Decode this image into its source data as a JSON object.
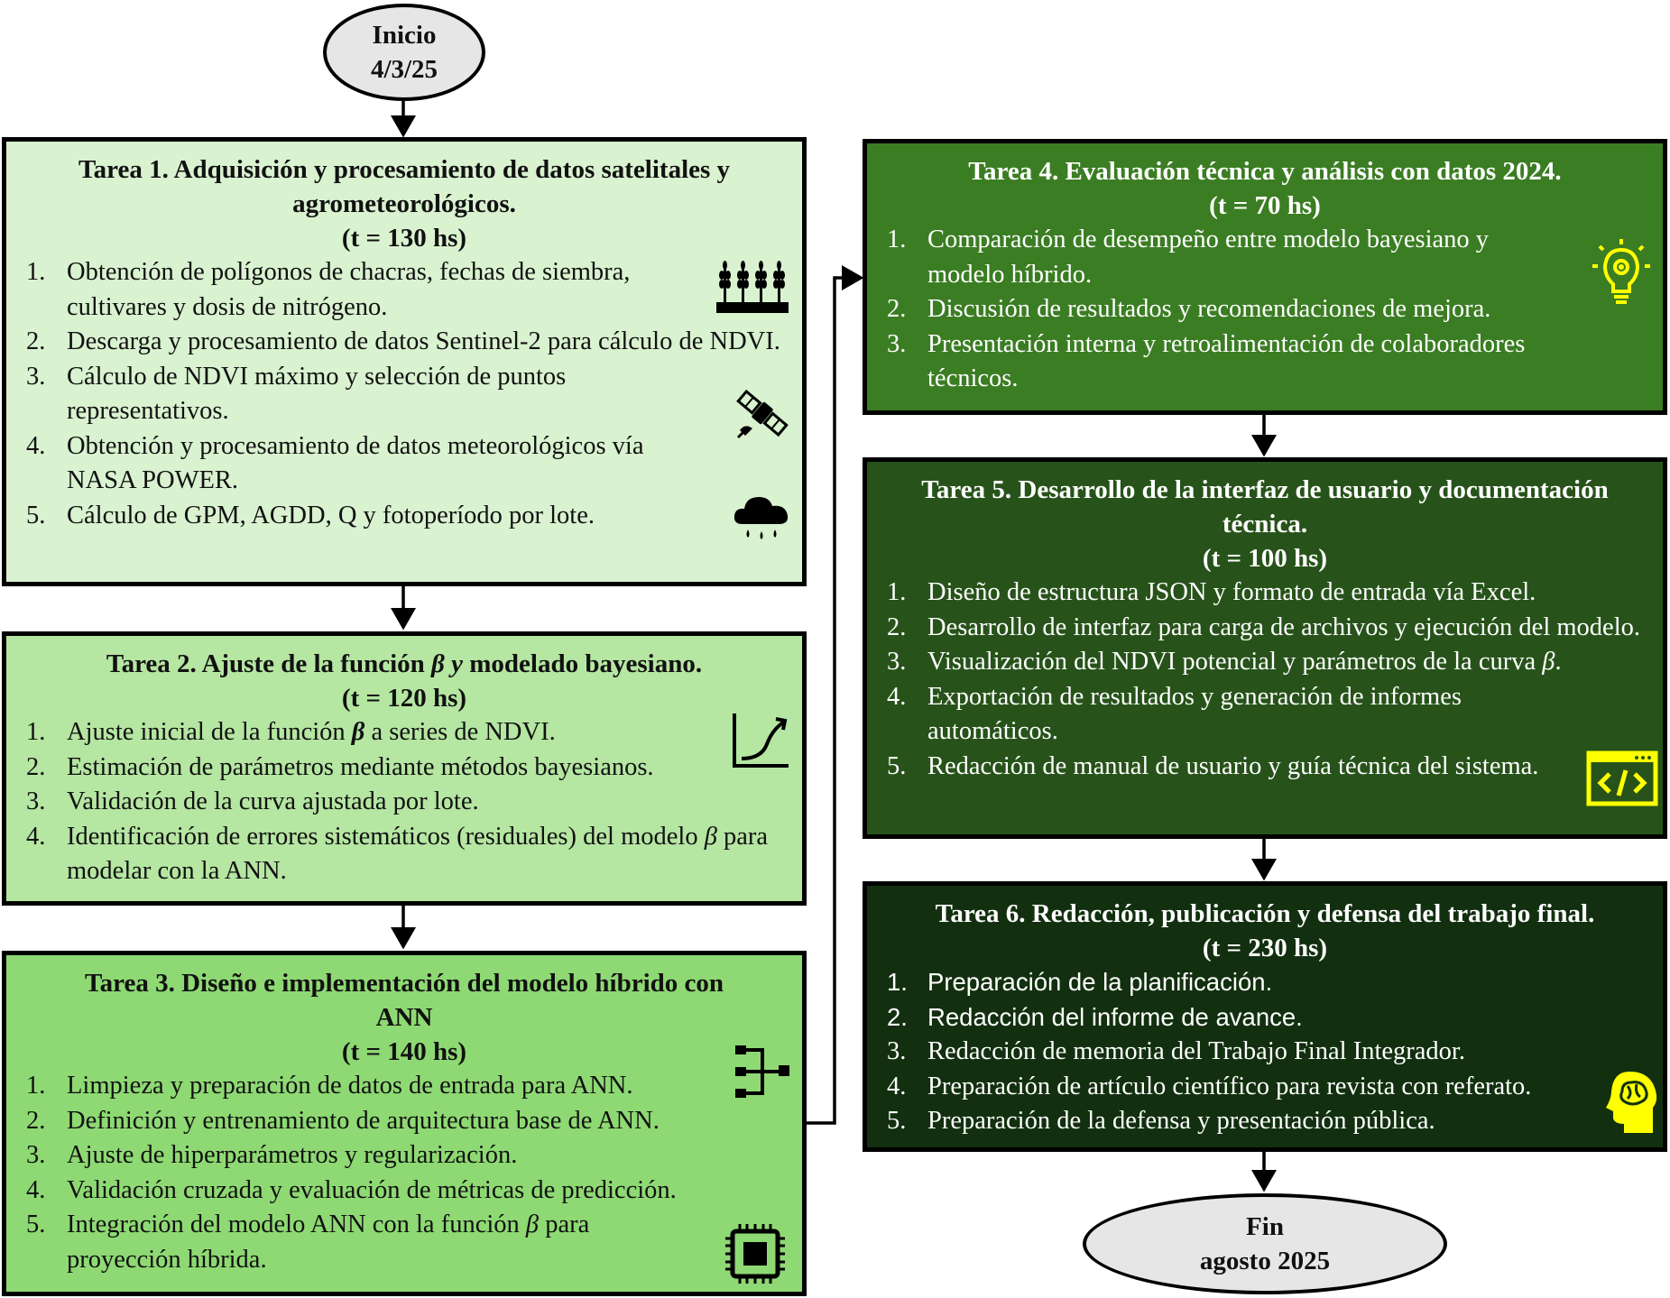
{
  "colors": {
    "task1": "#d9f2d0",
    "task2": "#b5e6a2",
    "task3": "#8ed973",
    "task4": "#3b7d23",
    "task5": "#27531a",
    "task6": "#12300f",
    "icon_dark": "#000000",
    "icon_yellow": "#ffff00",
    "start_end_fill": "#e6e6e6"
  },
  "start": {
    "line1": "Inicio",
    "line2": "4/3/25"
  },
  "end": {
    "line1": "Fin",
    "line2": "agosto 2025"
  },
  "tasks": [
    {
      "title": "Tarea 1. Adquisición y procesamiento de datos satelitales y agrometeorológicos.",
      "time": "(t = 130 hs)",
      "items": [
        "Obtención de polígonos de chacras, fechas de siembra, cultivares y dosis de nitrógeno.",
        "Descarga y procesamiento de datos Sentinel-2 para cálculo de NDVI.",
        "Cálculo de NDVI máximo y selección de puntos representativos.",
        "Obtención y procesamiento de datos meteorológicos vía NASA POWER.",
        "Cálculo de GPM, AGDD, Q y fotoperíodo por lote."
      ],
      "icons": [
        "wheat-field-icon",
        "satellite-icon",
        "rain-cloud-icon"
      ]
    },
    {
      "title_pre": "Tarea 2. Ajuste de la función ",
      "title_beta": "β y",
      "title_post": " modelado bayesiano.",
      "time": "(t = 120 hs)",
      "items": [
        {
          "pre": "Ajuste inicial de la función ",
          "beta": "β",
          "post": " a series de NDVI."
        },
        {
          "pre": "Estimación de parámetros mediante métodos bayesianos.",
          "beta": "",
          "post": ""
        },
        {
          "pre": "Validación de la curva ajustada por lote.",
          "beta": "",
          "post": ""
        },
        {
          "pre": "Identificación de errores sistemáticos (residuales) del modelo ",
          "beta": "β",
          "post": " para modelar con la ANN."
        }
      ],
      "icons": [
        "growth-curve-icon"
      ]
    },
    {
      "title": "Tarea 3. Diseño e implementación del modelo híbrido con ANN",
      "time": "(t = 140 hs)",
      "items": [
        {
          "pre": "Limpieza y preparación de datos de entrada para ANN.",
          "beta": "",
          "post": ""
        },
        {
          "pre": "Definición y entrenamiento de arquitectura base de ANN.",
          "beta": "",
          "post": ""
        },
        {
          "pre": "Ajuste de hiperparámetros y regularización.",
          "beta": "",
          "post": ""
        },
        {
          "pre": "Validación cruzada y evaluación de métricas de predicción.",
          "beta": "",
          "post": ""
        },
        {
          "pre": "Integración del modelo ANN con la función ",
          "beta": "β",
          "post": " para proyección híbrida."
        }
      ],
      "icons": [
        "network-diagram-icon",
        "chip-icon"
      ]
    },
    {
      "title": "Tarea 4. Evaluación técnica y análisis con datos 2024.",
      "time": "(t = 70 hs)",
      "items": [
        "Comparación de desempeño entre modelo bayesiano y modelo híbrido.",
        "Discusión de resultados y recomendaciones de mejora.",
        "Presentación interna y retroalimentación de colaboradores técnicos."
      ],
      "icons": [
        "lightbulb-gear-icon"
      ]
    },
    {
      "title": "Tarea 5. Desarrollo de la interfaz de usuario y documentación técnica.",
      "time": "(t = 100 hs)",
      "items": [
        {
          "pre": "Diseño de estructura JSON y formato de entrada vía Excel.",
          "beta": "",
          "post": ""
        },
        {
          "pre": "Desarrollo de interfaz para carga de archivos y ejecución del modelo.",
          "beta": "",
          "post": ""
        },
        {
          "pre": "Visualización del NDVI potencial y parámetros de la curva ",
          "beta": "β",
          "post": "."
        },
        {
          "pre": "Exportación de resultados y generación de informes automáticos.",
          "beta": "",
          "post": ""
        },
        {
          "pre": "Redacción de manual de usuario y guía técnica del sistema.",
          "beta": "",
          "post": ""
        }
      ],
      "icons": [
        "code-window-icon"
      ]
    },
    {
      "title": "Tarea 6. Redacción, publicación y defensa del trabajo final.",
      "time": "(t = 230 hs)",
      "items": [
        "Preparación de la planificación.",
        "Redacción del informe de avance.",
        "Redacción de memoria del Trabajo Final Integrador.",
        "Preparación de artículo científico para revista con referato.",
        "Preparación de la defensa y presentación pública."
      ],
      "icons": [
        "brain-head-icon"
      ]
    }
  ]
}
